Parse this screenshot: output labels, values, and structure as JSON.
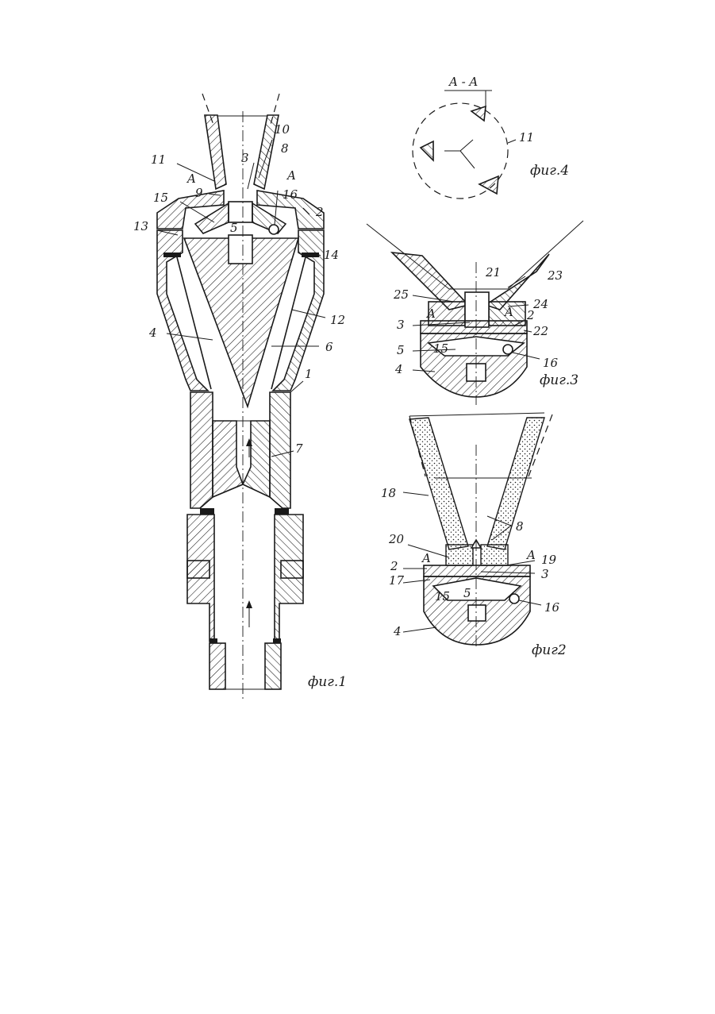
{
  "figures": {
    "fig1": {
      "caption": "фиг.1",
      "labels": {
        "l1": "1",
        "l2": "2",
        "l3": "3",
        "l4": "4",
        "l5": "5",
        "l6": "6",
        "l7": "7",
        "l8": "8",
        "l9": "9",
        "l10": "10",
        "l11": "11",
        "l12": "12",
        "l13": "13",
        "l14": "14",
        "l15": "15",
        "l16": "16",
        "secA1": "A",
        "secA2": "A"
      }
    },
    "fig2": {
      "caption": "фиг2",
      "labels": {
        "l2": "2",
        "l3": "3",
        "l4": "4",
        "l5": "5",
        "l8": "8",
        "l15": "15",
        "l16": "16",
        "l17": "17",
        "l18": "18",
        "l19": "19",
        "l20": "20",
        "secA1": "A",
        "secA2": "A"
      }
    },
    "fig3": {
      "caption": "фиг.3",
      "labels": {
        "l2": "2",
        "l3": "3",
        "l4": "4",
        "l5": "5",
        "l15": "15",
        "l16": "16",
        "l21": "21",
        "l22": "22",
        "l23": "23",
        "l24": "24",
        "l25": "25",
        "secA1": "A",
        "secA2": "A"
      }
    },
    "fig4": {
      "caption": "фиг.4",
      "section": "A - A",
      "labels": {
        "l11": "11"
      }
    }
  }
}
